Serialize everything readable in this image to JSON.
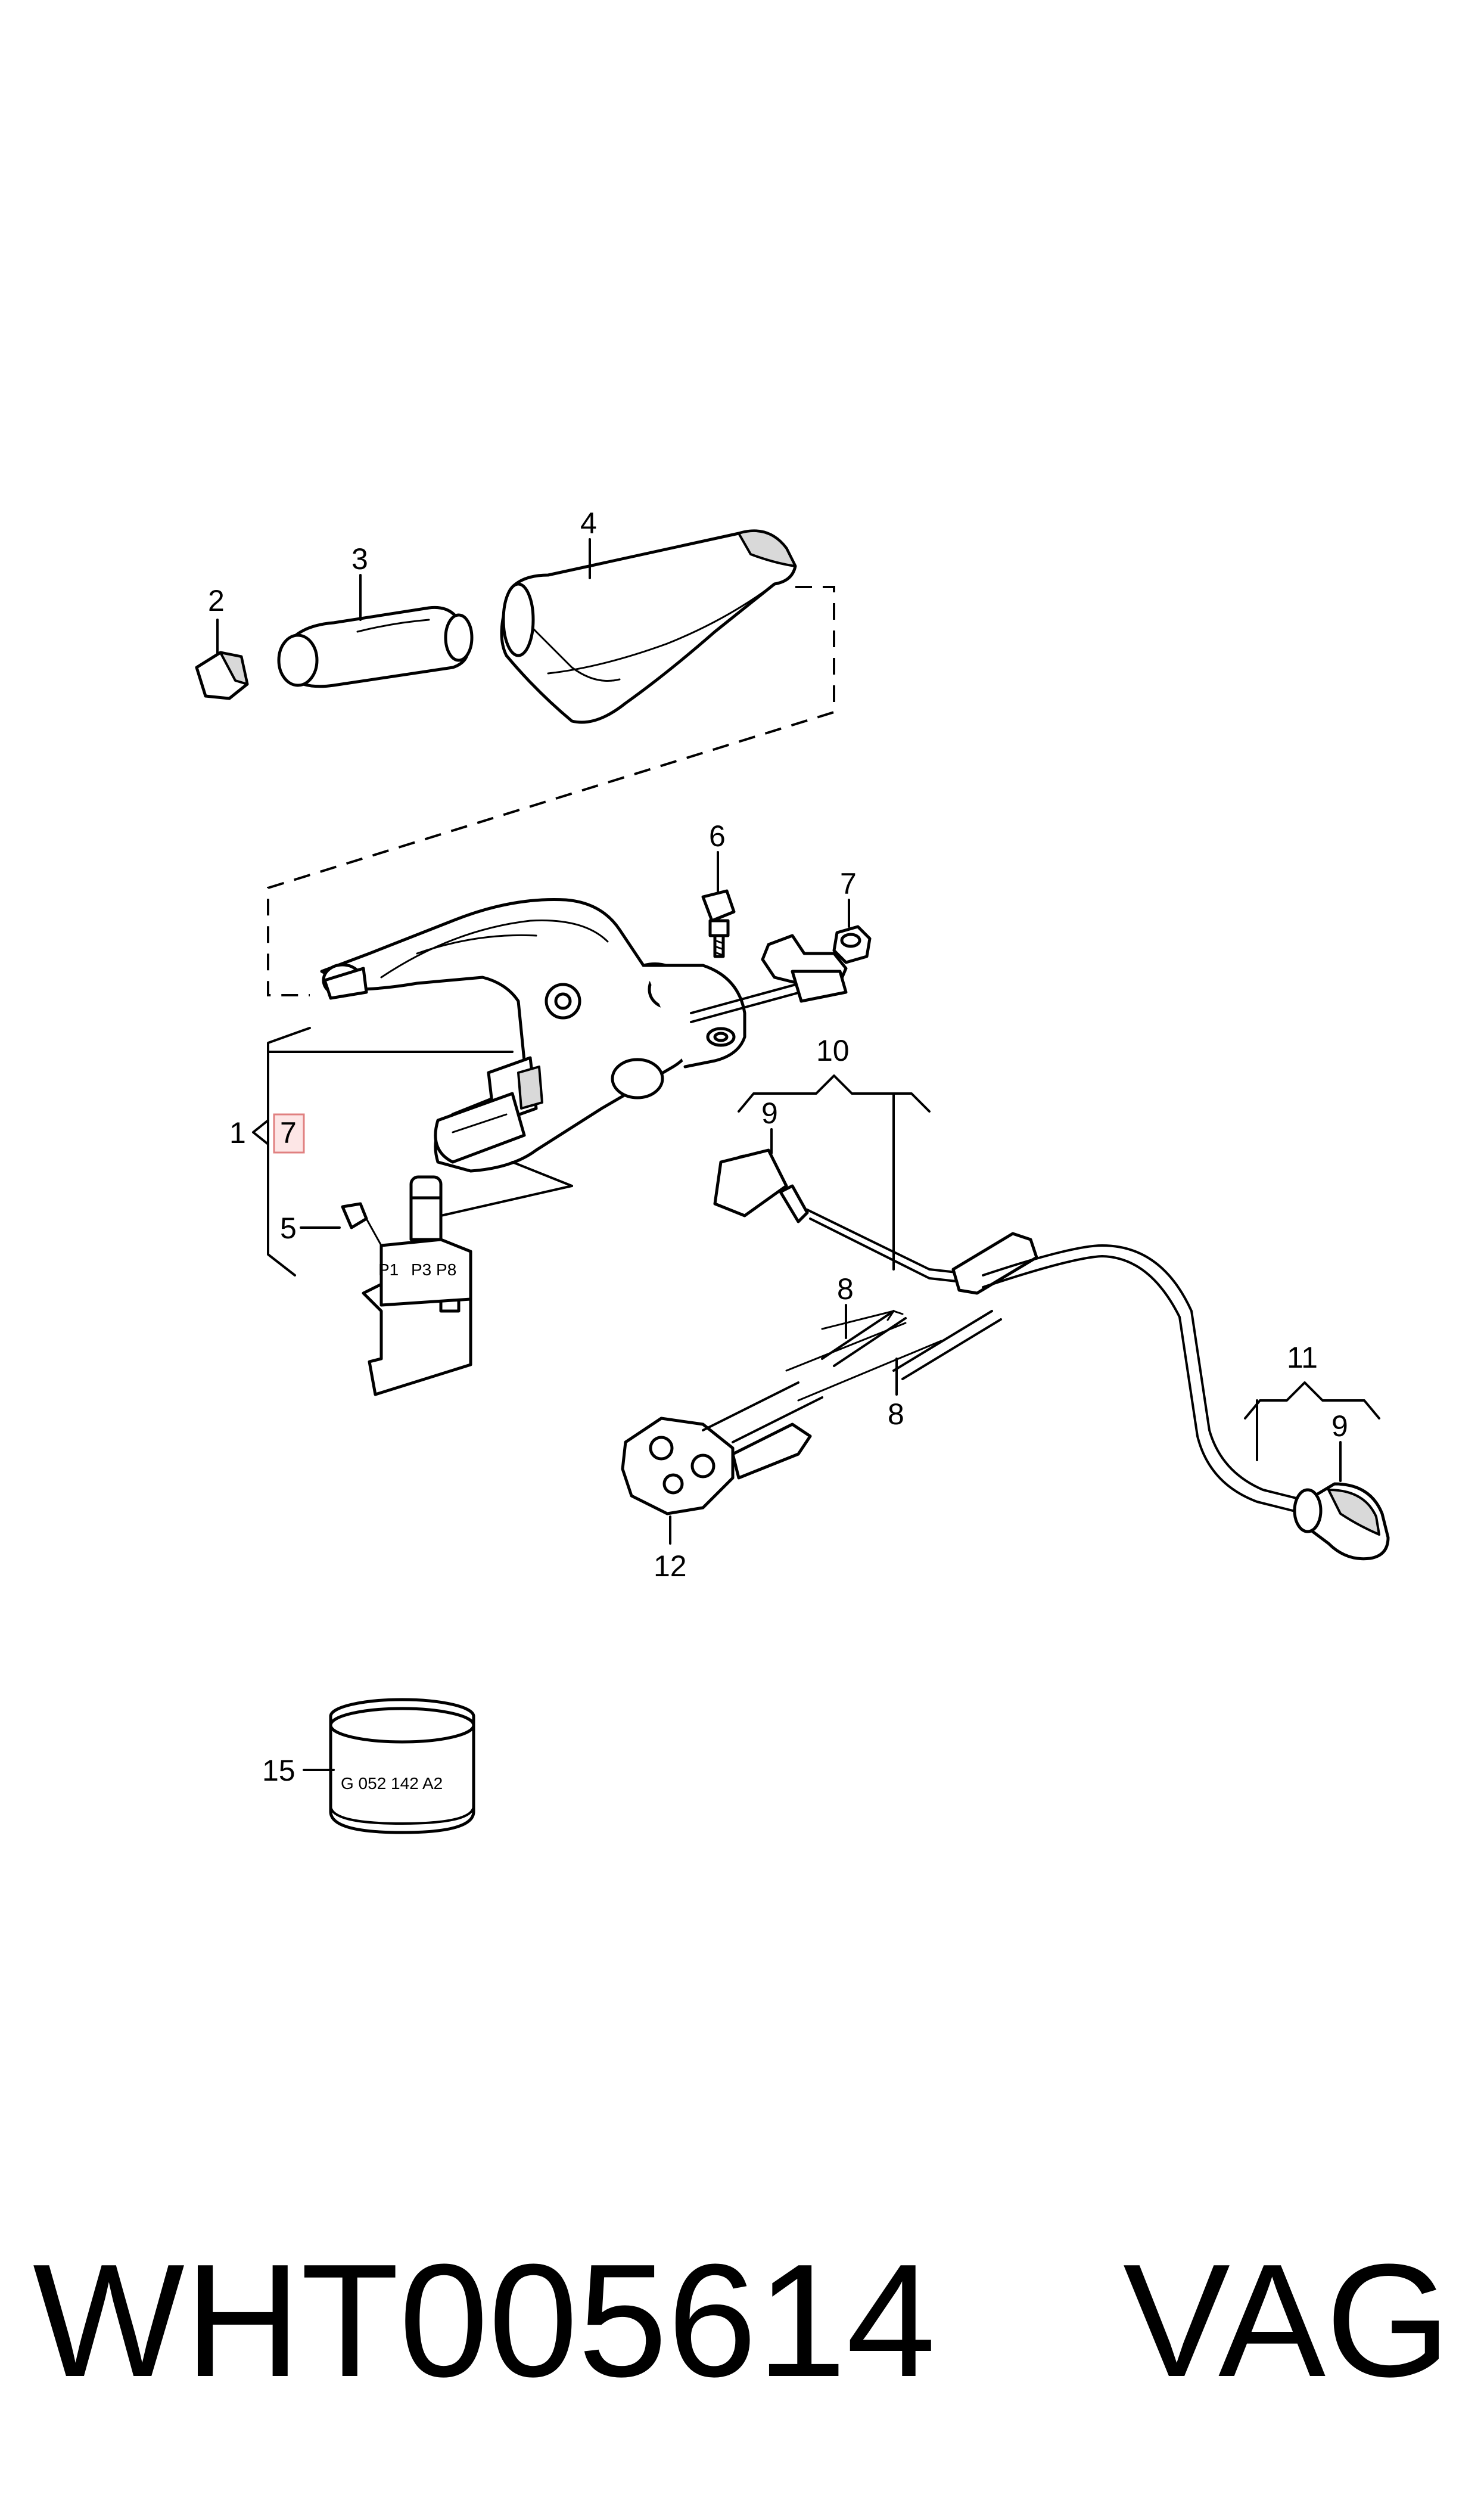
{
  "callouts": {
    "c1": "1",
    "c2": "2",
    "c3": "3",
    "c4": "4",
    "c5": "5",
    "c6": "6",
    "c7a": "7",
    "c7b": "7",
    "c8a": "8",
    "c8b": "8",
    "c9a": "9",
    "c9b": "9",
    "c10": "10",
    "c11": "11",
    "c12": "12",
    "c15": "15"
  },
  "part15_label": "G 052 142 A2",
  "switch_marks": {
    "left": "P1",
    "right": "P3 P8"
  },
  "footer": {
    "part_number": "WHT005614",
    "brand": "VAG"
  },
  "colors": {
    "line": "#000000",
    "highlight_fill": "#fde6e6",
    "highlight_border": "#e08080"
  }
}
